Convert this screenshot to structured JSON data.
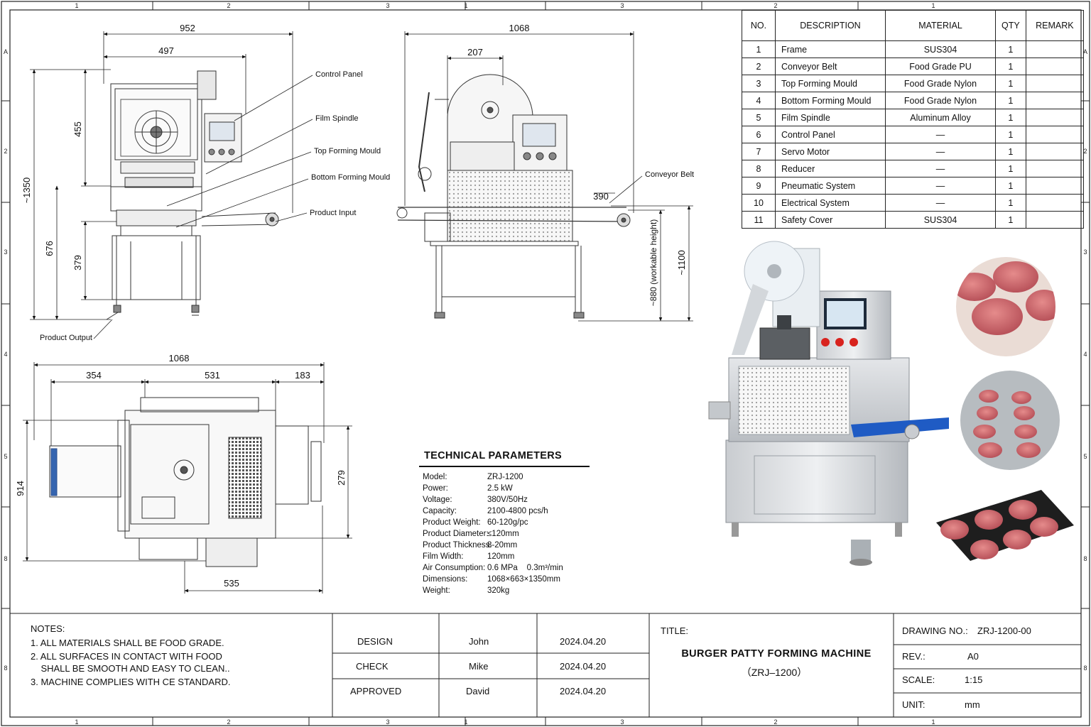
{
  "border": {
    "top_cols": [
      "1",
      "2",
      "3",
      "1",
      "3",
      "2",
      "1"
    ],
    "bottom_cols": [
      "1",
      "2",
      "3",
      "1",
      "3",
      "2",
      "1"
    ],
    "left_rows": [
      "A",
      "2",
      "3",
      "4",
      "5",
      "8",
      "8"
    ],
    "right_rows": [
      "A",
      "2",
      "3",
      "4",
      "5",
      "8",
      "8"
    ]
  },
  "front_view": {
    "dims": {
      "w952": "952",
      "w497": "497",
      "h1350": "~1350",
      "h455": "455",
      "h676": "676",
      "h379": "379"
    },
    "callouts": {
      "control_panel": "Control Panel",
      "film_spindle": "Film Spindle",
      "top_mould": "Top Forming Mould",
      "bottom_mould": "Bottom Forming Mould",
      "product_input": "Product Input",
      "product_output": "Product Output"
    }
  },
  "side_view": {
    "dims": {
      "w1068": "1068",
      "w207": "207",
      "w390": "390",
      "h880": "~880 (workable height)",
      "h1100": "~1100"
    },
    "callouts": {
      "conveyor_belt": "Conveyor Belt"
    }
  },
  "top_view": {
    "dims": {
      "w1068": "1068",
      "w354": "354",
      "w531": "531",
      "w183": "183",
      "h914": "914",
      "h279": "279",
      "w535": "535"
    }
  },
  "bom": {
    "headers": [
      "NO.",
      "DESCRIPTION",
      "MATERIAL",
      "QTY",
      "REMARK"
    ],
    "rows": [
      [
        "1",
        "Frame",
        "SUS304",
        "1",
        ""
      ],
      [
        "2",
        "Conveyor Belt",
        "Food Grade PU",
        "1",
        ""
      ],
      [
        "3",
        "Top Forming Mould",
        "Food Grade Nylon",
        "1",
        ""
      ],
      [
        "4",
        "Bottom Forming Mould",
        "Food Grade Nylon",
        "1",
        ""
      ],
      [
        "5",
        "Film Spindle",
        "Aluminum Alloy",
        "1",
        ""
      ],
      [
        "6",
        "Control Panel",
        "—",
        "1",
        ""
      ],
      [
        "7",
        "Servo Motor",
        "—",
        "1",
        ""
      ],
      [
        "8",
        "Reducer",
        "—",
        "1",
        ""
      ],
      [
        "9",
        "Pneumatic System",
        "—",
        "1",
        ""
      ],
      [
        "10",
        "Electrical System",
        "—",
        "1",
        ""
      ],
      [
        "11",
        "Safety Cover",
        "SUS304",
        "1",
        ""
      ]
    ]
  },
  "tech": {
    "title": "TECHNICAL PARAMETERS",
    "rows": [
      {
        "label": "Model:",
        "value": "ZRJ-1200"
      },
      {
        "label": "Power:",
        "value": "2.5 kW"
      },
      {
        "label": "Voltage:",
        "value": "380V/50Hz"
      },
      {
        "label": "Capacity:",
        "value": "2100-4800 pcs/h"
      },
      {
        "label": "Product Weight:",
        "value": "60-120g/pc"
      },
      {
        "label": "Product Diameter:",
        "value": "≤120mm"
      },
      {
        "label": "Product Thickness:",
        "value": "8-20mm"
      },
      {
        "label": "Film Width:",
        "value": "120mm"
      },
      {
        "label": "Air Consumption:",
        "value": "0.6 MPa    0.3m³/min"
      },
      {
        "label": "Dimensions:",
        "value": "1068×663×1350mm"
      },
      {
        "label": "Weight:",
        "value": "320kg"
      }
    ]
  },
  "notes": {
    "title": "NOTES:",
    "lines": [
      "1. ALL MATERIALS SHALL BE FOOD GRADE.",
      "2. ALL SURFACES IN CONTACT WITH FOOD",
      "    SHALL BE SMOOTH AND EASY TO CLEAN..",
      "3. MACHINE COMPLIES WITH CE STANDARD."
    ]
  },
  "approvals": [
    {
      "role": "DESIGN",
      "name": "John",
      "date": "2024.04.20"
    },
    {
      "role": "CHECK",
      "name": "Mike",
      "date": "2024.04.20"
    },
    {
      "role": "APPROVED",
      "name": "David",
      "date": "2024.04.20"
    }
  ],
  "title_block": {
    "label": "TITLE:",
    "name": "BURGER PATTY FORMING MACHINE",
    "model": "（ZRJ–1200）",
    "drawing_no_label": "DRAWING NO.:",
    "drawing_no": "ZRJ-1200-00",
    "rev_label": "REV.:",
    "rev": "A0",
    "scale_label": "SCALE:",
    "scale": "1:15",
    "unit_label": "UNIT:",
    "unit": "mm"
  }
}
